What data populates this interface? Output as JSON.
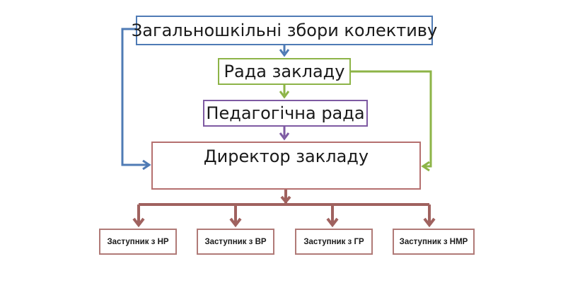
{
  "diagram": {
    "boxes": {
      "meeting": "Загальношкільні збори колективу",
      "council": "Рада закладу",
      "pedagogical": "Педагогічна рада",
      "director": "Директор закладу"
    },
    "deputies": [
      "Заступник з НР",
      "Заступник з ВР",
      "Заступник з ГР",
      "Заступник з НМР"
    ],
    "colors": {
      "meeting": "#4f7bb5",
      "council": "#8db447",
      "pedagogical": "#7e5aa2",
      "director": "#b5706f",
      "deputy_links": "#a0625f"
    }
  }
}
